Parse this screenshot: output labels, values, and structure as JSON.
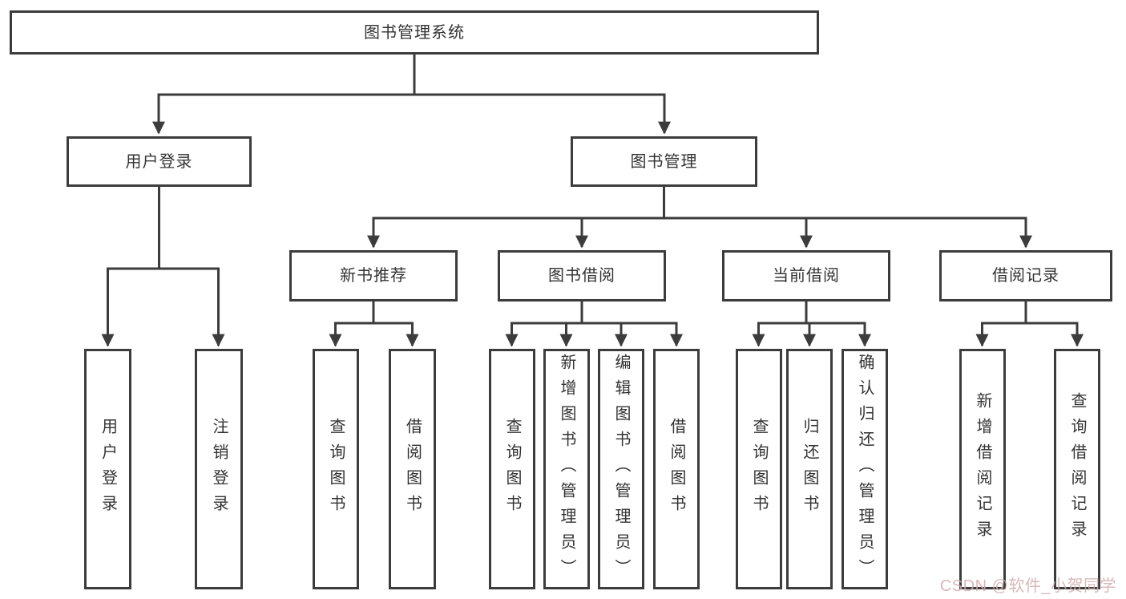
{
  "title": "图书管理系统",
  "colors": {
    "line": "#3c3c3c",
    "text": "#333333",
    "background": "#ffffff",
    "watermark": "#d2acac"
  },
  "watermark": {
    "text": "CSDN @软件_小贺同学"
  },
  "tree": {
    "root": {
      "label": "图书管理系统"
    },
    "branches": [
      {
        "label": "用户登录",
        "children": [
          {
            "label": "用户登录"
          },
          {
            "label": "注销登录"
          }
        ]
      },
      {
        "label": "图书管理",
        "children": [
          {
            "label": "新书推荐",
            "children": [
              {
                "label": "查询图书"
              },
              {
                "label": "借阅图书"
              }
            ]
          },
          {
            "label": "图书借阅",
            "children": [
              {
                "label": "查询图书"
              },
              {
                "label": "新增图书（管理员）"
              },
              {
                "label": "编辑图书（管理员）"
              },
              {
                "label": "借阅图书"
              }
            ]
          },
          {
            "label": "当前借阅",
            "children": [
              {
                "label": "查询图书"
              },
              {
                "label": "归还图书"
              },
              {
                "label": "确认归还（管理员）"
              }
            ]
          },
          {
            "label": "借阅记录",
            "children": [
              {
                "label": "新增借阅记录"
              },
              {
                "label": "查询借阅记录"
              }
            ]
          }
        ]
      }
    ]
  }
}
